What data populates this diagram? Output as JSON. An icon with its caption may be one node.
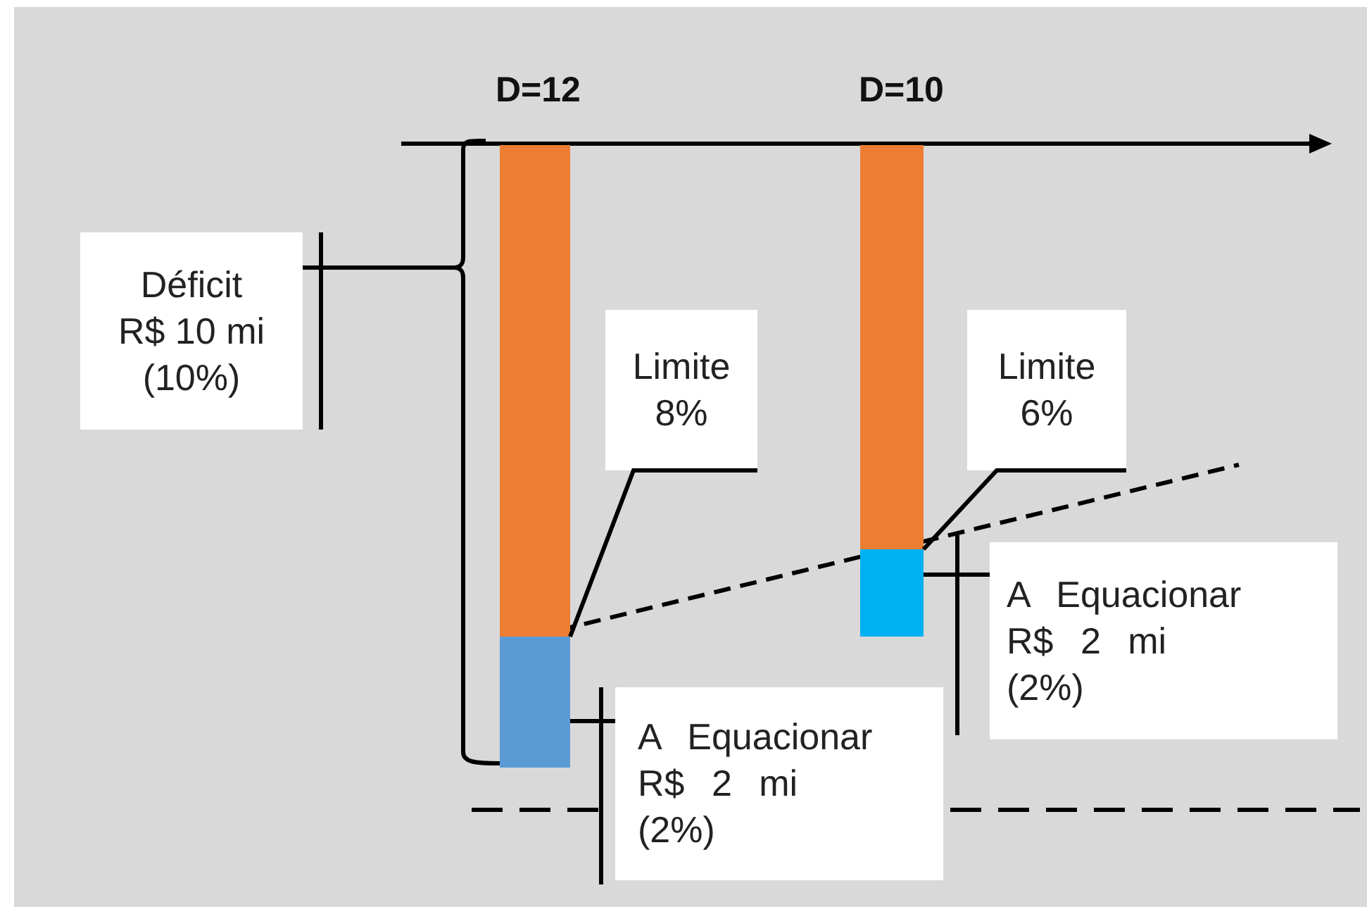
{
  "diagram": {
    "nodes": [
      {
        "text": [
          "Déficit R$ 10 mi (10%)"
        ]
      },
      {
        "text": [
          "Limite 8%"
        ]
      },
      {
        "text": [
          "Limite 6%"
        ]
      },
      {
        "text": [
          "A Equacionar R$ 2 mi (2%)"
        ]
      },
      {
        "text": [
          "A Equacionar R$ 2 mi (2%)"
        ]
      },
      {
        "text": [],
        "shape": "bar"
      },
      {
        "text": [],
        "shape": "bar"
      },
      {
        "text": [],
        "shape": "bar"
      },
      {
        "text": [],
        "shape": "bar"
      },
      {
        "text": [],
        "shape": "bracket"
      }
    ],
    "edges": [
      {
        "from": 0,
        "to": 9,
        "arrow": "none"
      },
      {
        "from": 1,
        "to": 5,
        "arrow": "none"
      },
      {
        "from": 2,
        "to": 7,
        "arrow": "none"
      },
      {
        "from": 3,
        "to": 8,
        "arrow": "none"
      },
      {
        "from": 4,
        "to": 6,
        "arrow": "none"
      }
    ],
    "labels": [
      "D=12",
      "D=10"
    ]
  }
}
